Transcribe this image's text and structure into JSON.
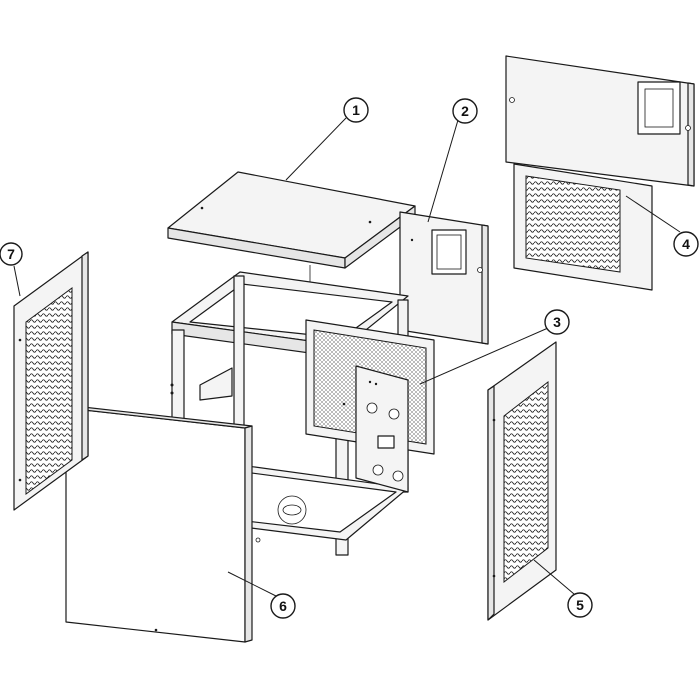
{
  "diagram": {
    "type": "exploded-assembly-view",
    "callouts": [
      {
        "id": "1",
        "label": "1"
      },
      {
        "id": "2",
        "label": "2"
      },
      {
        "id": "3",
        "label": "3"
      },
      {
        "id": "4",
        "label": "4"
      },
      {
        "id": "5",
        "label": "5"
      },
      {
        "id": "6",
        "label": "6"
      },
      {
        "id": "7",
        "label": "7"
      }
    ]
  },
  "colors": {
    "line": "#1a1a1a",
    "panel_fill": "#f4f4f4",
    "background": "#ffffff"
  }
}
